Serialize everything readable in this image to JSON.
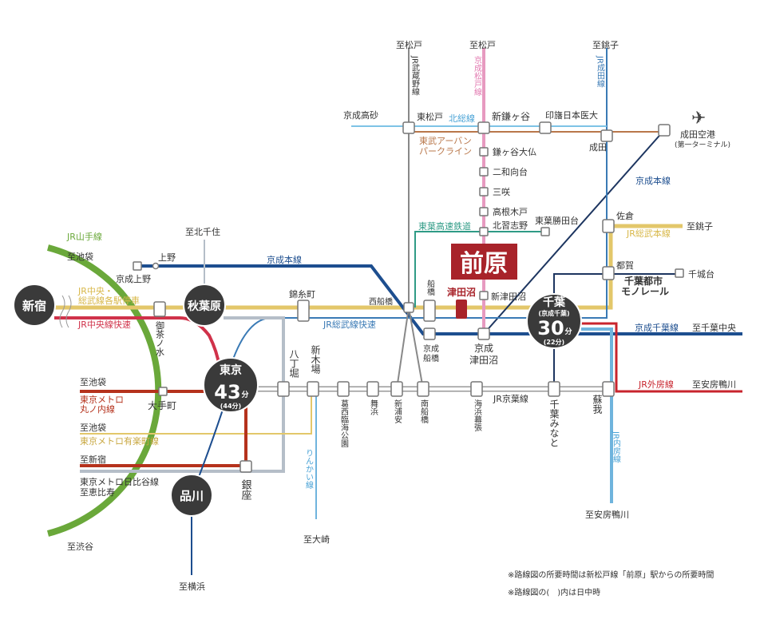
{
  "destination": {
    "name": "前原",
    "nearby_station": "津田沼"
  },
  "hubs": {
    "shinjuku": "新宿",
    "akihabara": "秋葉原",
    "tokyo": "東京",
    "tokyo_time": "43",
    "tokyo_unit": "分",
    "tokyo_offpeak": "(44分)",
    "shinagawa": "品川",
    "chiba": "千葉",
    "chiba_sub": "(京成千葉)",
    "chiba_time": "30",
    "chiba_unit": "分",
    "chiba_offpeak": "(22分)"
  },
  "stations": {
    "keisei_takasago": "京成高砂",
    "higashi_matsudo": "東松戸",
    "shin_kamagaya": "新鎌ヶ谷",
    "inba_nihon_idai": "印旛日本医大",
    "narita": "成田",
    "narita_airport": "成田空港",
    "narita_airport_sub": "(第一ターミナル)",
    "kamagaya_daibutsu": "鎌ヶ谷大仏",
    "futawamukodai": "二和向台",
    "misaki": "三咲",
    "takanekido": "高根木戸",
    "kita_narashino": "北習志野",
    "toyo_katsutadai": "東葉勝田台",
    "sakura": "佐倉",
    "tsuga": "都賀",
    "chishirodai": "千城台",
    "ueno": "上野",
    "keisei_ueno": "京成上野",
    "ochanomizu": "御茶ノ水",
    "kinshicho": "錦糸町",
    "nishi_funabashi": "西船橋",
    "funabashi": "船橋",
    "shin_tsudanuma": "新津田沼",
    "keisei_funabashi": "京成船橋",
    "keisei_tsudanuma": "京成津田沼",
    "soga": "蘇我",
    "chiba_minato": "千葉みなと",
    "kaihin_makuhari": "海浜幕張",
    "minami_funabashi": "南船橋",
    "shin_urayasu": "新浦安",
    "maihama": "舞浜",
    "kasai_rinkai_koen": "葛西臨海公園",
    "shin_kiba": "新木場",
    "hatchobori": "八丁堀",
    "otemachi": "大手町",
    "ginza": "銀座"
  },
  "lines": {
    "jr_musashino": "JR武蔵野線",
    "keisei_matsudo": "京成松戸線",
    "jr_narita": "JR成田線",
    "hokuso": "北総線",
    "tobu_urban_park_1": "東武アーバン",
    "tobu_urban_park_2": "パークライン",
    "keisei_main_east": "京成本線",
    "toyo_rapid": "東葉高速鉄道",
    "jr_sobu_main": "JR総武本線",
    "chiba_monorail_1": "千葉都市",
    "chiba_monorail_2": "モノレール",
    "jr_yamanote": "JR山手線",
    "keisei_main_west": "京成本線",
    "jr_chuo_sobu_local_1": "JR中央・",
    "jr_chuo_sobu_local_2": "総武線各駅停車",
    "jr_chuo_rapid": "JR中央線快速",
    "jr_sobu_rapid": "JR総武線快速",
    "keisei_chiba": "京成千葉線",
    "jr_sotobo": "JR外房線",
    "jr_uchibo": "JR内房線",
    "jr_keiyo": "JR京葉線",
    "rinkai": "りんかい線",
    "marunouchi_1": "東京メトロ",
    "marunouchi_2": "丸ノ内線",
    "yurakucho": "東京メトロ有楽町線",
    "hibiya": "東京メトロ日比谷線"
  },
  "directions": {
    "matsudo_1": "至松戸",
    "matsudo_2": "至松戸",
    "choshi_1": "至銚子",
    "choshi_2": "至銚子",
    "kita_senju": "至北千住",
    "ikebukuro_yamanote": "至池袋",
    "chiba_chuo": "至千葉中央",
    "awa_kamogawa_1": "至安房鴨川",
    "awa_kamogawa_2": "至安房鴨川",
    "ikebukuro_marunouchi": "至池袋",
    "ikebukuro_yurakucho": "至池袋",
    "shinjuku_line": "至新宿",
    "ebisu": "至恵比寿",
    "osaki": "至大崎",
    "shibuya": "至渋谷",
    "yokohama": "至横浜"
  },
  "notes": [
    "※路線図の所要時間は新松戸線「前原」駅からの所要時間",
    "※路線図の(　)内は日中時"
  ],
  "colors": {
    "yamanote": "#6aa83a",
    "chuo_sobu_local": "#e3c76a",
    "chuo_rapid": "#d0324a",
    "keisei": "#1d4e8f",
    "sobu_rapid": "#3a7ab5",
    "keiyo": "#999999",
    "shin_keisei": "#e79ac0",
    "hokuso": "#7ec3e6",
    "tobu": "#b9774a",
    "toyo": "#2f9b86",
    "sotobo": "#c8242d",
    "uchibo": "#6fb4dd",
    "marunouchi": "#b5321c",
    "destination": "#a8232a"
  }
}
